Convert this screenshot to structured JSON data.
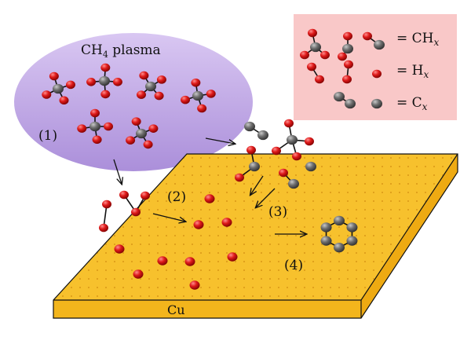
{
  "plasma": {
    "label_main": "CH",
    "label_sub": "4",
    "label_rest": " plasma"
  },
  "legend": {
    "items": [
      {
        "main": "= CH",
        "sub": "x"
      },
      {
        "main": "= H",
        "sub": "x"
      },
      {
        "main": "= C",
        "sub": "x"
      }
    ]
  },
  "steps": [
    "(1)",
    "(2)",
    "(3)",
    "(4)"
  ],
  "substrate": {
    "label": "Cu"
  },
  "colors": {
    "plasma_top": "#cdb7ec",
    "plasma_bottom": "#b094dc",
    "legend_bg": "#f9c8c8",
    "cu_top": "#f7c12d",
    "cu_front": "#f3b51c",
    "hydrogen": "#d4141c",
    "carbon": "#6d6d6d"
  }
}
